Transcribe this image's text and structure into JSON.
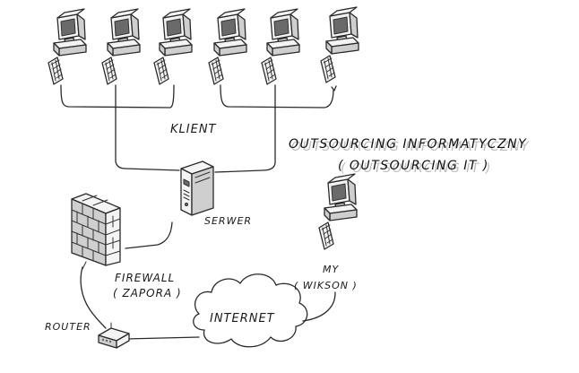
{
  "labels": {
    "klient": "KLIENT",
    "serwer": "SERWER",
    "firewall_line1": "FIREWALL",
    "firewall_line2": "( ZAPORA )",
    "router": "ROUTER",
    "internet": "INTERNET",
    "my_line1": "MY",
    "my_line2": "( WIKSON )"
  },
  "title": {
    "line1": "OUTSOURCING INFORMATYCZNY",
    "line2": "( OUTSOURCING IT )"
  },
  "client_workstations": [
    {
      "name": "workstation-1"
    },
    {
      "name": "workstation-2"
    },
    {
      "name": "workstation-3"
    },
    {
      "name": "workstation-4"
    },
    {
      "name": "workstation-5"
    },
    {
      "name": "workstation-6"
    }
  ],
  "colors": {
    "ink": "#2a2a2a",
    "background": "#ffffff"
  }
}
